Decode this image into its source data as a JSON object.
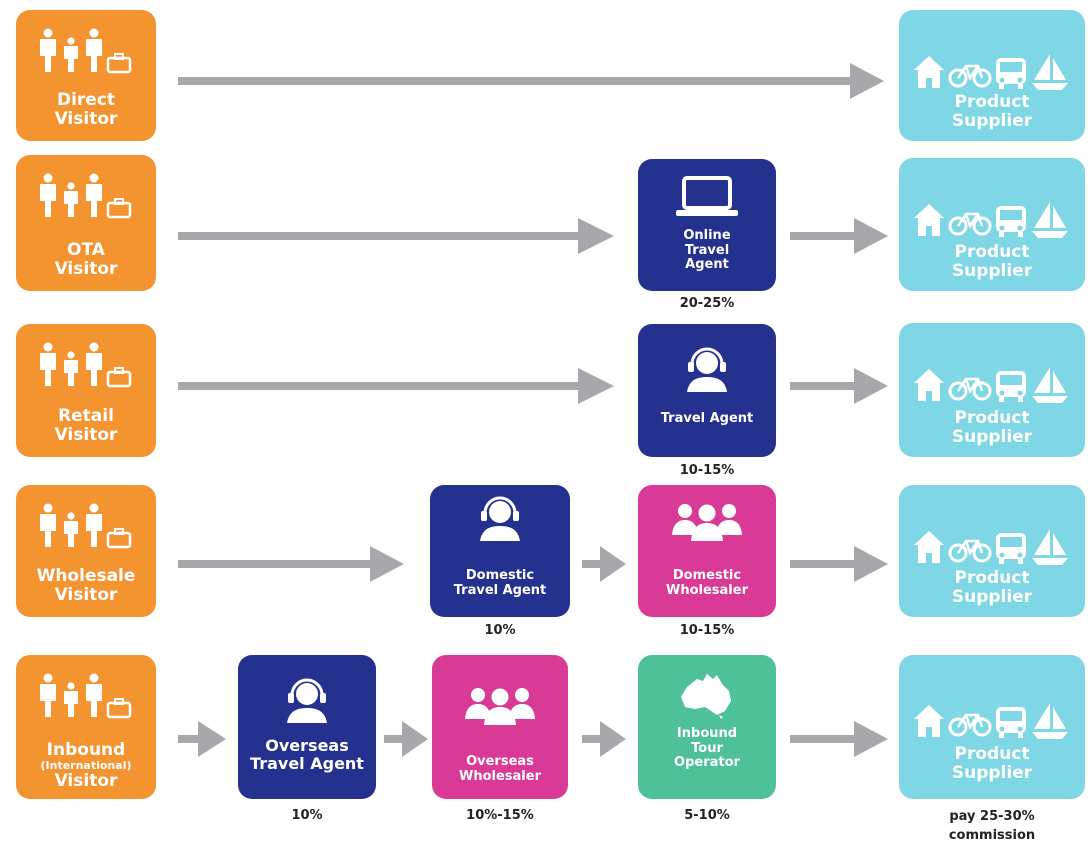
{
  "colors": {
    "visitor": "#f39431",
    "supplier": "#7fd6e4",
    "agent_navy": "#24318f",
    "wholesaler_pink": "#d93a95",
    "operator_teal": "#4fc199",
    "arrow": "#a8a8ac"
  },
  "rows": [
    {
      "visitor": {
        "line1": "Direct",
        "line2": "Visitor"
      },
      "supplier": {
        "line1": "Product",
        "line2": "Supplier"
      }
    },
    {
      "visitor": {
        "line1": "OTA",
        "line2": "Visitor"
      },
      "intermediaries": [
        {
          "lines": [
            "Online",
            "Travel",
            "Agent"
          ],
          "icon": "laptop-icon",
          "pct": "20-25%"
        }
      ],
      "supplier": {
        "line1": "Product",
        "line2": "Supplier"
      }
    },
    {
      "visitor": {
        "line1": "Retail",
        "line2": "Visitor"
      },
      "intermediaries": [
        {
          "lines": [
            "Travel Agent"
          ],
          "icon": "headset-agent-icon",
          "pct": "10-15%"
        }
      ],
      "supplier": {
        "line1": "Product",
        "line2": "Supplier"
      }
    },
    {
      "visitor": {
        "line1": "Wholesale",
        "line2": "Visitor"
      },
      "intermediaries": [
        {
          "lines": [
            "Domestic",
            "Travel Agent"
          ],
          "icon": "headset-agent-icon",
          "pct": "10%"
        },
        {
          "lines": [
            "Domestic",
            "Wholesaler"
          ],
          "icon": "group-icon",
          "pct": "10-15%"
        }
      ],
      "supplier": {
        "line1": "Product",
        "line2": "Supplier"
      }
    },
    {
      "visitor": {
        "line1": "Inbound",
        "sub": "(International)",
        "line2": "Visitor"
      },
      "intermediaries": [
        {
          "lines": [
            "Overseas",
            "Travel Agent"
          ],
          "icon": "headset-agent-icon",
          "pct": "10%"
        },
        {
          "lines": [
            "Overseas",
            "Wholesaler"
          ],
          "icon": "group-icon",
          "pct": "10%-15%"
        },
        {
          "lines": [
            "Inbound",
            "Tour",
            "Operator"
          ],
          "icon": "australia-map-icon",
          "pct": "5-10%"
        }
      ],
      "supplier": {
        "line1": "Product",
        "line2": "Supplier",
        "pct_line1": "pay 25-30%",
        "pct_line2": "commission"
      }
    }
  ]
}
